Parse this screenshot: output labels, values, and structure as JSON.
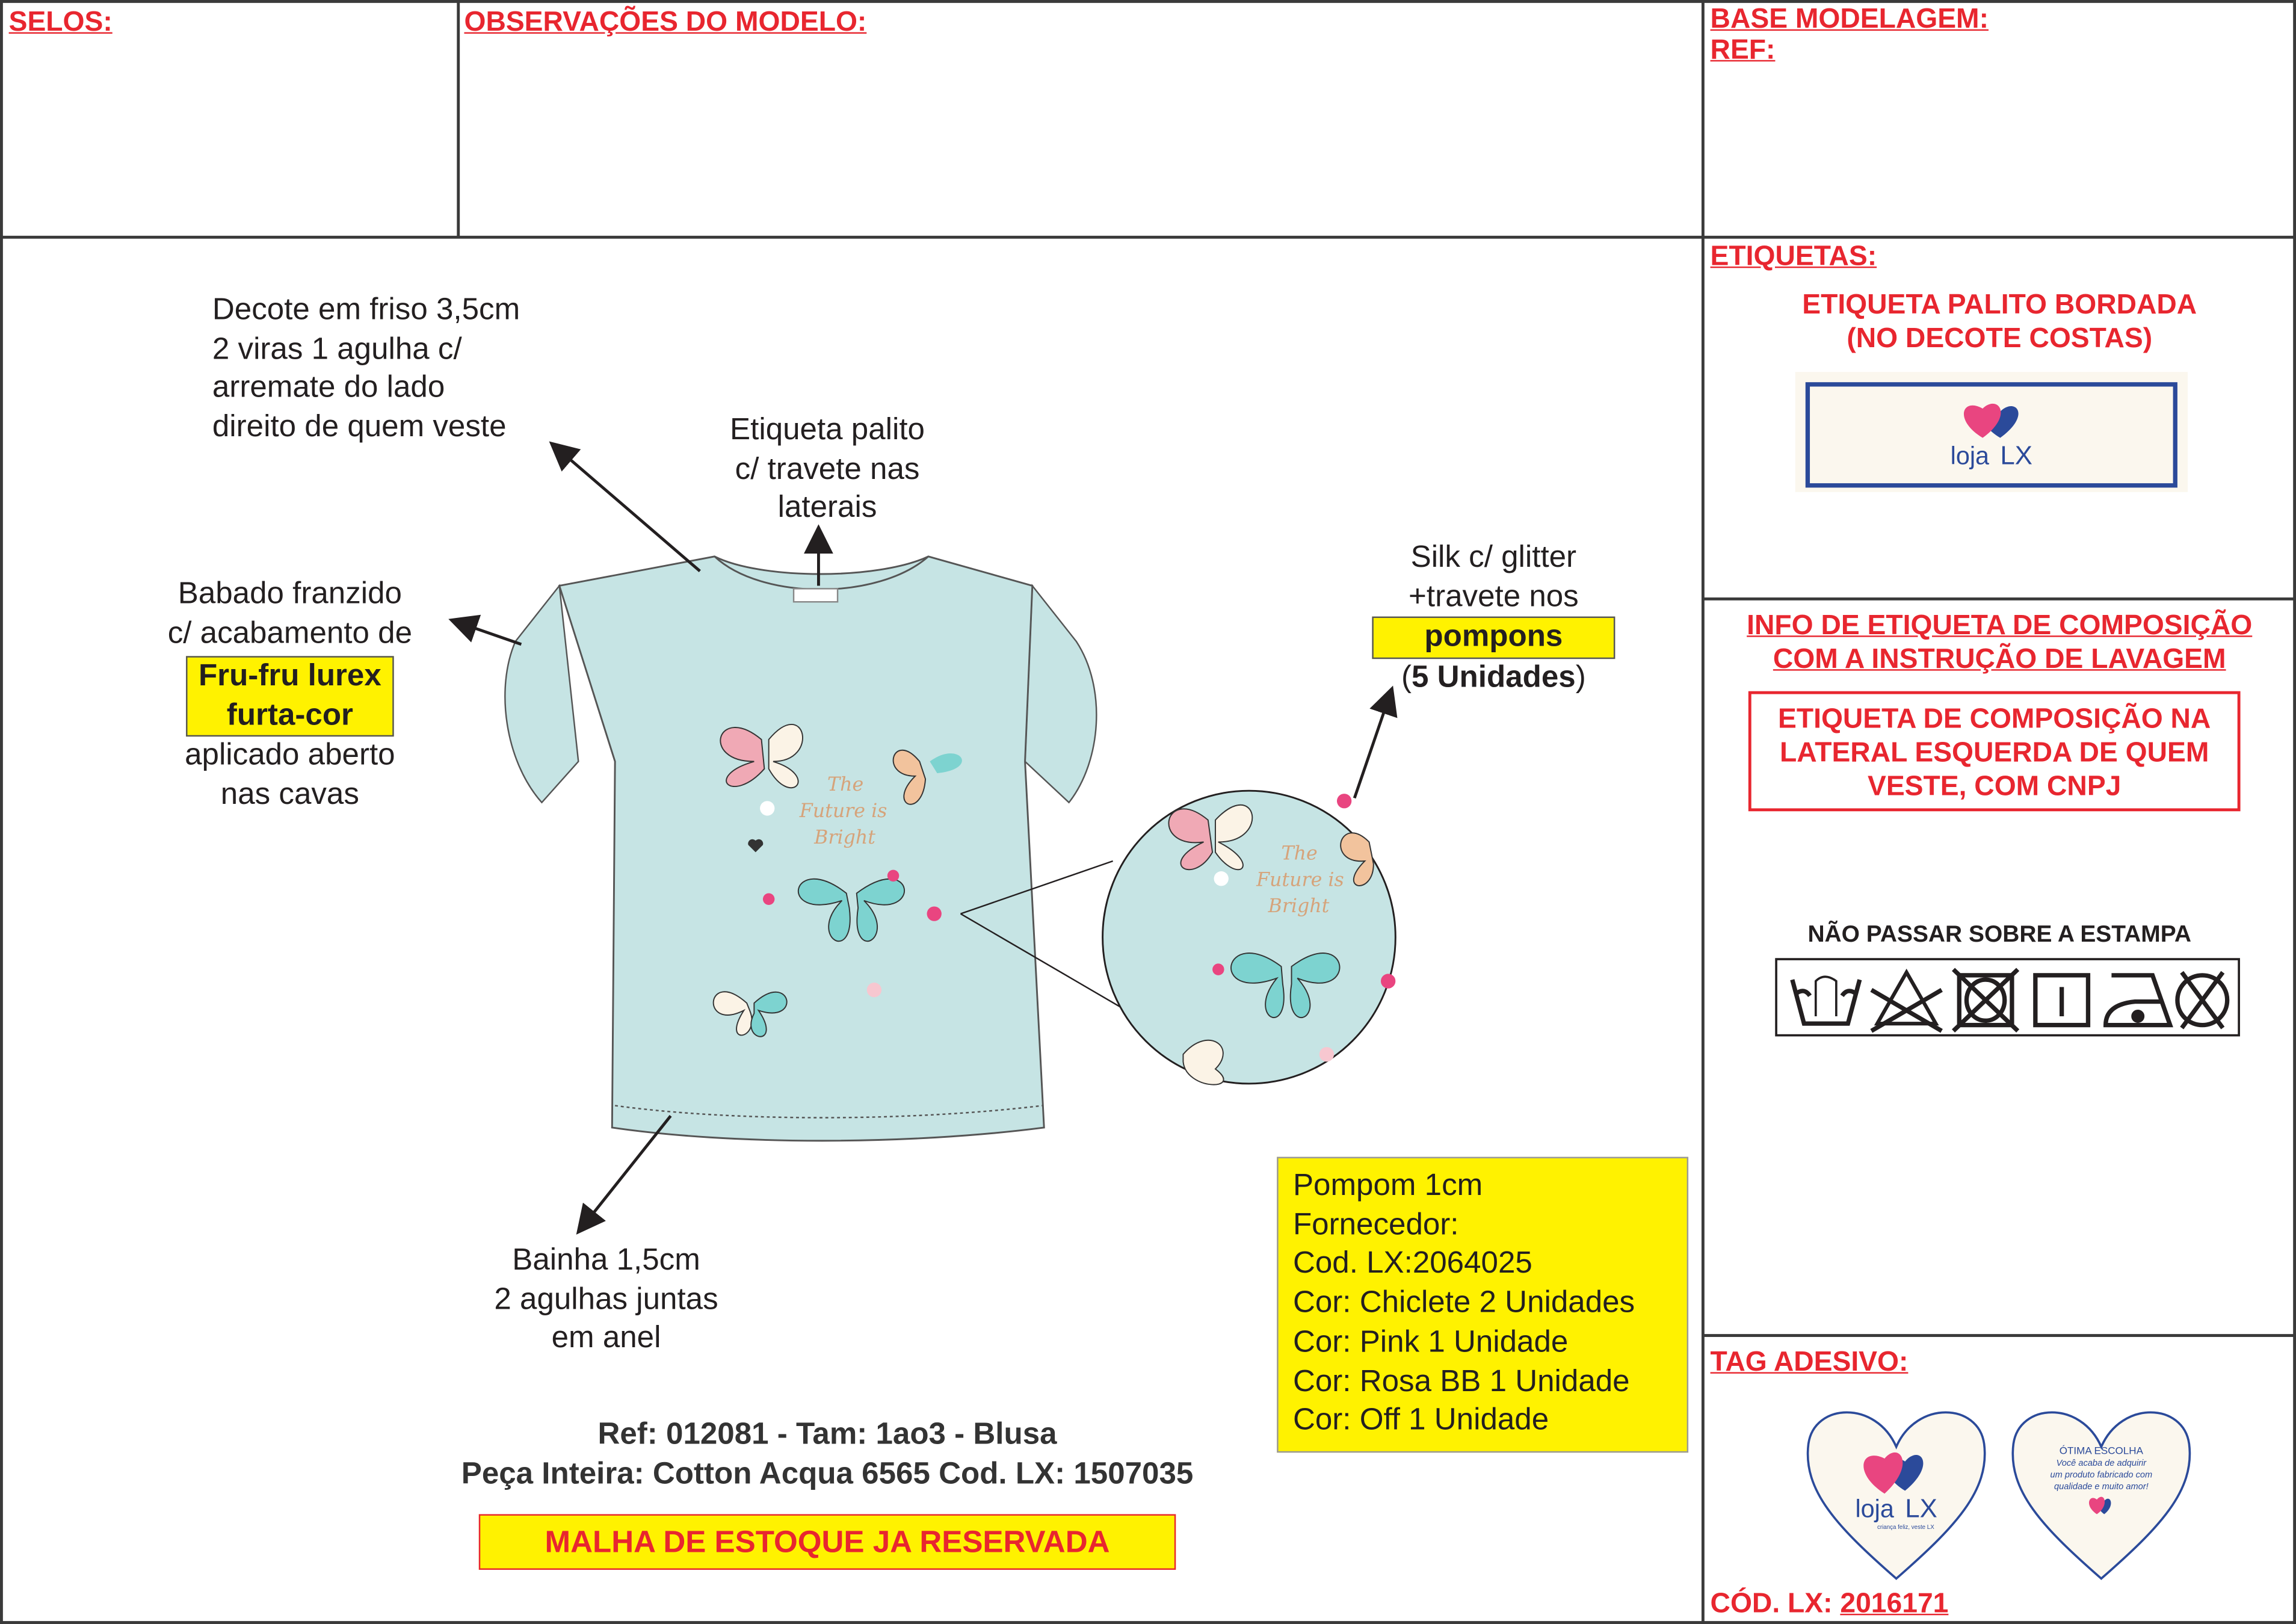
{
  "headers": {
    "selos": "SELOS:",
    "observacoes": "OBSERVAÇÕES DO MODELO:",
    "base": "BASE MODELAGEM:",
    "ref": "REF:",
    "etiquetas": "ETIQUETAS:",
    "info1": "INFO DE ETIQUETA DE COMPOSIÇÃO",
    "info2": "COM A INSTRUÇÃO DE LAVAGEM",
    "tag": "TAG ADESIVO:"
  },
  "etiqueta": {
    "line1": "ETIQUETA PALITO BORDADA",
    "line2": "(NO DECOTE COSTAS)",
    "logo": "lojaLX"
  },
  "composicao": {
    "line1": "ETIQUETA DE COMPOSIÇÃO NA",
    "line2": "LATERAL ESQUERDA DE QUEM",
    "line3": "VESTE, COM CNPJ"
  },
  "care": {
    "warning": "NÃO PASSAR SOBRE A ESTAMPA",
    "symbols": [
      "hand-wash",
      "no-bleach",
      "no-tumble-dry",
      "line-dry",
      "iron-low",
      "no-dry-clean"
    ]
  },
  "tag": {
    "front_logo": "lojaLX",
    "front_tagline": "criança feliz, veste LX",
    "back_title": "ÓTIMA ESCOLHA",
    "back_l1": "Você acaba de adquirir",
    "back_l2": "um produto fabricado com",
    "back_l3": "qualidade e muito amor!",
    "cod_label": "CÓD. LX: ",
    "cod_value": "2016171"
  },
  "notes": {
    "decote": [
      "Decote em friso 3,5cm",
      "2 viras 1 agulha c/",
      "arremate do lado",
      "direito de quem veste"
    ],
    "etiqueta": [
      "Etiqueta palito",
      "c/ travete nas",
      "laterais"
    ],
    "babado": [
      "Babado franzido",
      "c/ acabamento de"
    ],
    "babado_hl": [
      "Fru-fru lurex",
      "furta-cor"
    ],
    "babado2": [
      "aplicado aberto",
      "nas cavas"
    ],
    "silk": [
      "Silk c/ glitter",
      "+travete nos"
    ],
    "silk_hl": "pompons",
    "silk_units": "5 Unidades",
    "bainha": [
      "Bainha 1,5cm",
      "2 agulhas juntas",
      "em anel"
    ]
  },
  "print_text": [
    "The",
    "Future is",
    "Bright"
  ],
  "pompom": [
    "Pompom 1cm",
    "Fornecedor:",
    "Cod. LX:2064025",
    "Cor: Chiclete 2 Unidades",
    "Cor: Pink 1 Unidade",
    "Cor: Rosa BB 1 Unidade",
    "Cor: Off 1 Unidade"
  ],
  "ref": {
    "line1": "Ref: 012081 - Tam: 1ao3 - Blusa",
    "line2": "Peça Inteira: Cotton Acqua 6565 Cod. LX: 1507035"
  },
  "stock": "MALHA DE ESTOQUE JA RESERVADA",
  "colors": {
    "red": "#e8262f",
    "yellow": "#fff200",
    "shirt": "#c6e4e4",
    "navy": "#2b4a9a",
    "pink": "#e94580"
  }
}
